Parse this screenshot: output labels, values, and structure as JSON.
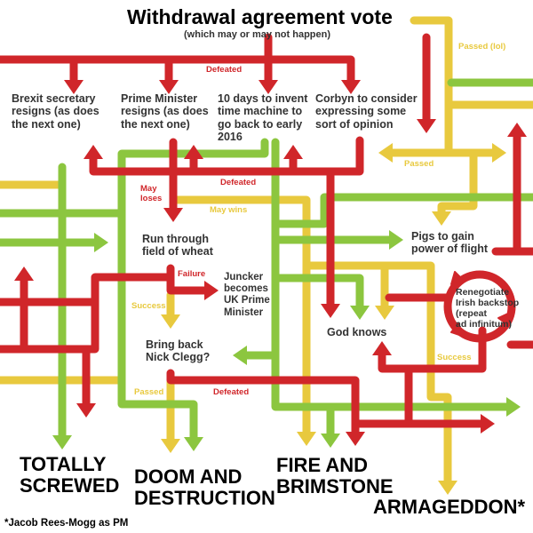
{
  "title": "Withdrawal agreement vote",
  "subtitle": "(which may or may not happen)",
  "colors": {
    "defeated": "#d0262a",
    "passed": "#e8c93e",
    "neutral": "#8cc63f"
  },
  "labels": {
    "defeated_top": "Defeated",
    "passed_lol": "Passed (lol)",
    "passed_right": "Passed",
    "defeated_mid": "Defeated",
    "may_loses": "May\nloses",
    "may_wins": "May wins",
    "failure": "Failure",
    "success_left": "Success",
    "success_right": "Success",
    "passed_bottom": "Passed",
    "defeated_bottom": "Defeated"
  },
  "nodes": {
    "brexit_secretary": "Brexit secretary\nresigns (as does\nthe next one)",
    "prime_minister": "Prime Minister\nresigns (as does\nthe next one)",
    "ten_days": "10 days to invent\ntime machine to\ngo back to early\n2016",
    "corbyn": "Corbyn to consider\nexpressing some\nsort of opinion",
    "run_wheat": "Run through\nfield of wheat",
    "juncker": "Juncker\nbecomes\nUK Prime\nMinister",
    "nick_clegg": "Bring back\nNick Clegg?",
    "pigs": "Pigs to gain\npower of flight",
    "god_knows": "God knows",
    "renegotiate": "Renegotiate\nIrish backstop\n(repeat\nad infinitum)"
  },
  "outcomes": {
    "totally_screwed": "TOTALLY\nSCREWED",
    "doom": "DOOM AND\nDESTRUCTION",
    "fire": "FIRE AND\nBRIMSTONE",
    "armageddon": "ARMAGEDDON*"
  },
  "footnote": "*Jacob Rees-Mogg as PM"
}
